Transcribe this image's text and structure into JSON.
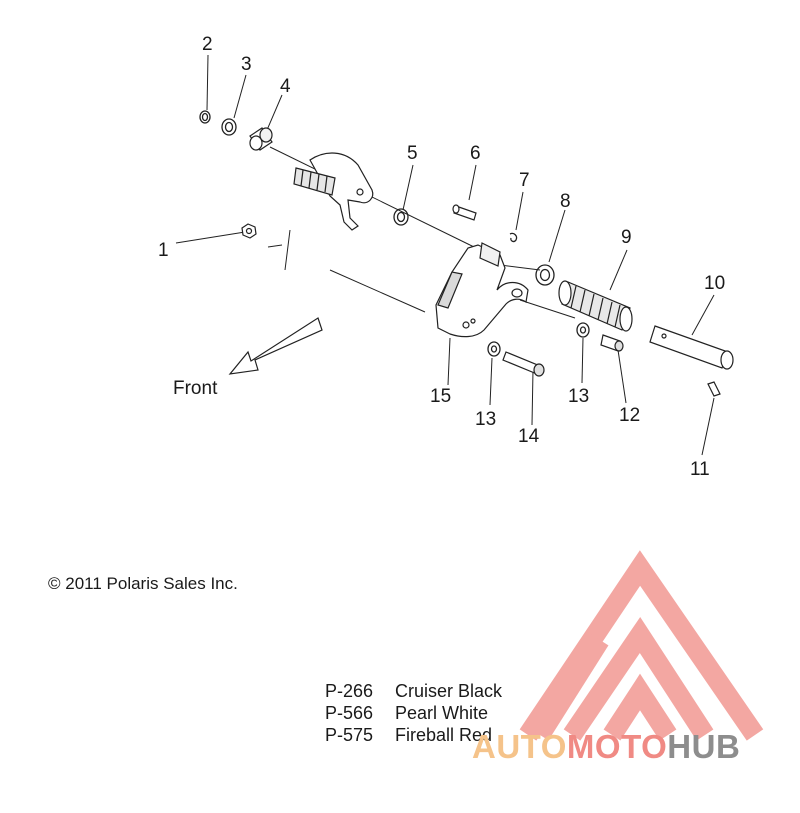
{
  "callouts": {
    "c1": "1",
    "c2": "2",
    "c3": "3",
    "c4": "4",
    "c5": "5",
    "c6": "6",
    "c7": "7",
    "c8": "8",
    "c9": "9",
    "c10": "10",
    "c11": "11",
    "c12": "12",
    "c13a": "13",
    "c13b": "13",
    "c14": "14",
    "c15": "15"
  },
  "front_label": "Front",
  "copyright": "© 2011 Polaris Sales Inc.",
  "color_options": [
    {
      "code": "P-266",
      "name": "Cruiser Black"
    },
    {
      "code": "P-566",
      "name": "Pearl White"
    },
    {
      "code": "P-575",
      "name": "Fireball Red"
    }
  ],
  "watermark": {
    "part1": "AUTO",
    "part2": "MOTO",
    "part3": "HUB",
    "colors": {
      "auto": "#f5c38a",
      "moto": "#f08a84",
      "hub": "#8d8d8d",
      "triangle": "#f08a84"
    }
  }
}
